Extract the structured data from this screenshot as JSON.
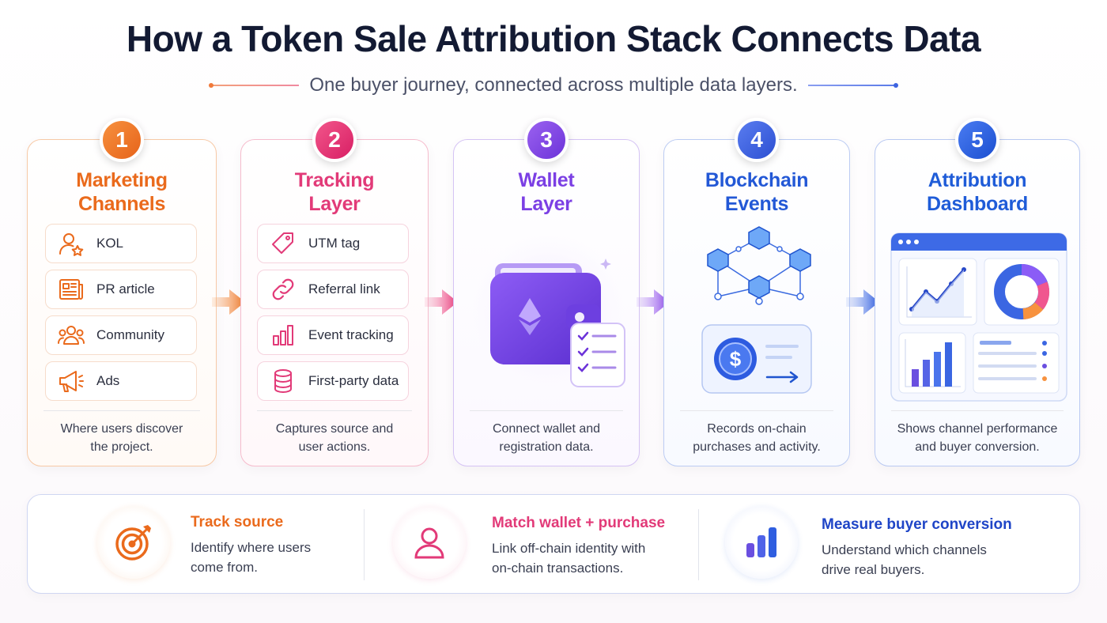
{
  "title": "How a Token Sale Attribution Stack Connects Data",
  "subtitle": "One buyer journey, connected across multiple data layers.",
  "colors": {
    "orange": "#ea6a1c",
    "pink": "#e23a78",
    "purple": "#7b3fe4",
    "blue": "#2358d6",
    "blue2": "#1f5cd8"
  },
  "steps": [
    {
      "number": "1",
      "title_line1": "Marketing",
      "title_line2": "Channels",
      "items": [
        {
          "label": "KOL",
          "icon": "kol-user-star-icon"
        },
        {
          "label": "PR article",
          "icon": "newspaper-icon"
        },
        {
          "label": "Community",
          "icon": "people-group-icon"
        },
        {
          "label": "Ads",
          "icon": "megaphone-icon"
        }
      ],
      "desc_line1": "Where users discover",
      "desc_line2": "the project."
    },
    {
      "number": "2",
      "title_line1": "Tracking",
      "title_line2": "Layer",
      "items": [
        {
          "label": "UTM tag",
          "icon": "tag-icon"
        },
        {
          "label": "Referral link",
          "icon": "link-icon"
        },
        {
          "label": "Event tracking",
          "icon": "bar-chart-icon"
        },
        {
          "label": "First-party data",
          "icon": "database-icon"
        }
      ],
      "desc_line1": "Captures source and",
      "desc_line2": "user actions."
    },
    {
      "number": "3",
      "title_line1": "Wallet",
      "title_line2": "Layer",
      "illustration": "wallet-ethereum-checklist-icon",
      "desc_line1": "Connect wallet and",
      "desc_line2": "registration data."
    },
    {
      "number": "4",
      "title_line1": "Blockchain",
      "title_line2": "Events",
      "illustration": "blockchain-cubes-dollar-icon",
      "desc_line1": "Records on-chain",
      "desc_line2": "purchases and activity."
    },
    {
      "number": "5",
      "title_line1": "Attribution",
      "title_line2": "Dashboard",
      "illustration": "dashboard-charts-icon",
      "desc_line1": "Shows channel performance",
      "desc_line2": "and buyer conversion."
    }
  ],
  "outcomes": [
    {
      "title": "Track source",
      "line1": "Identify where users",
      "line2": "come from.",
      "icon": "target-dart-icon"
    },
    {
      "title": "Match wallet + purchase",
      "line1": "Link off-chain identity with",
      "line2": "on-chain transactions.",
      "icon": "user-icon"
    },
    {
      "title": "Measure buyer conversion",
      "line1": "Understand which channels",
      "line2": "drive real buyers.",
      "icon": "bar-chart-icon"
    }
  ]
}
